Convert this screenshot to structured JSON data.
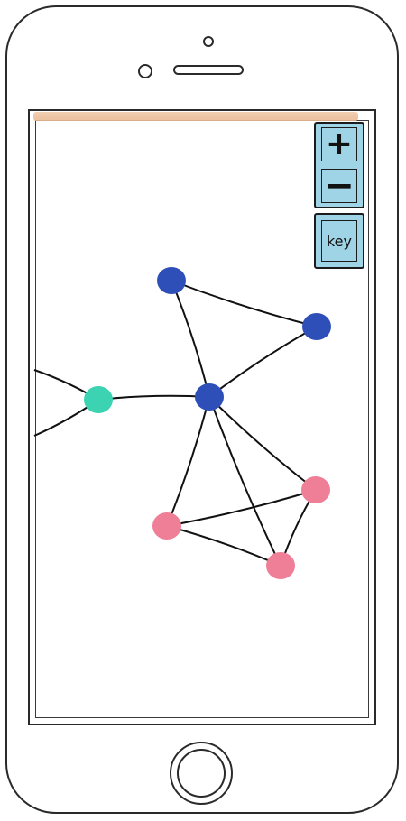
{
  "zoom": {
    "in_label": "+",
    "out_label": "−"
  },
  "key": {
    "label": "key"
  },
  "colors": {
    "blue_node": "#2e4fb8",
    "teal_node": "#3cd3b2",
    "pink_node": "#ee7f97",
    "edge": "#111111",
    "button_bg": "#9fd3e6"
  },
  "graph": {
    "nodes": [
      {
        "id": "b1",
        "color": "blue"
      },
      {
        "id": "b2",
        "color": "blue"
      },
      {
        "id": "b3",
        "color": "blue"
      },
      {
        "id": "t1",
        "color": "teal"
      },
      {
        "id": "p1",
        "color": "pink"
      },
      {
        "id": "p2",
        "color": "pink"
      },
      {
        "id": "p3",
        "color": "pink"
      }
    ],
    "edges": [
      [
        "b1",
        "b2"
      ],
      [
        "b1",
        "b3"
      ],
      [
        "b2",
        "b3"
      ],
      [
        "t1",
        "b3"
      ],
      [
        "b3",
        "p1"
      ],
      [
        "b3",
        "p2"
      ],
      [
        "b3",
        "p3"
      ],
      [
        "p1",
        "p2"
      ],
      [
        "p1",
        "p3"
      ],
      [
        "p2",
        "p3"
      ]
    ],
    "offscreen_edges": 2
  }
}
